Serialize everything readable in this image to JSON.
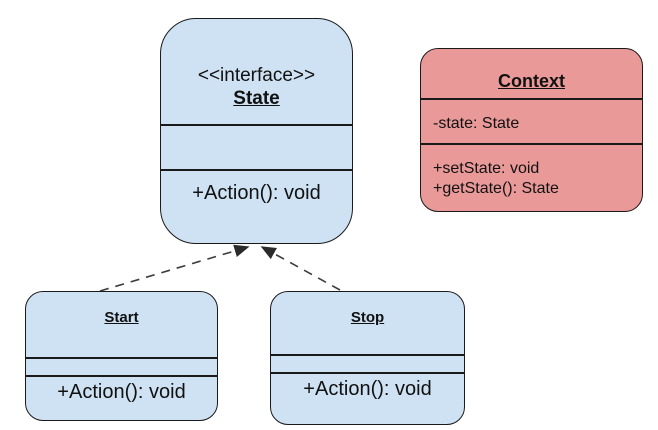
{
  "diagram": {
    "type": "uml-class-diagram",
    "pattern": "State design pattern",
    "colors": {
      "interface_fill": "#cfe2f3",
      "concrete_fill": "#cfe2f3",
      "context_fill": "#ea9999",
      "border": "#1a1a1a",
      "connector": "#3c3c3c"
    },
    "classes": {
      "state": {
        "stereotype": "<<interface>>",
        "name": "State",
        "attributes": [],
        "methods": [
          "+Action(): void"
        ]
      },
      "context": {
        "name": "Context",
        "attributes": [
          "-state: State"
        ],
        "methods": [
          "+setState: void",
          "+getState(): State"
        ]
      },
      "start": {
        "name": "Start",
        "attributes": [],
        "methods": [
          "+Action(): void"
        ]
      },
      "stop": {
        "name": "Stop",
        "attributes": [],
        "methods": [
          "+Action(): void"
        ]
      }
    },
    "relations": [
      {
        "from": "Start",
        "to": "State",
        "type": "realization",
        "line_style": "dashed",
        "arrowhead": "triangle"
      },
      {
        "from": "Stop",
        "to": "State",
        "type": "realization",
        "line_style": "dashed",
        "arrowhead": "triangle"
      }
    ]
  }
}
